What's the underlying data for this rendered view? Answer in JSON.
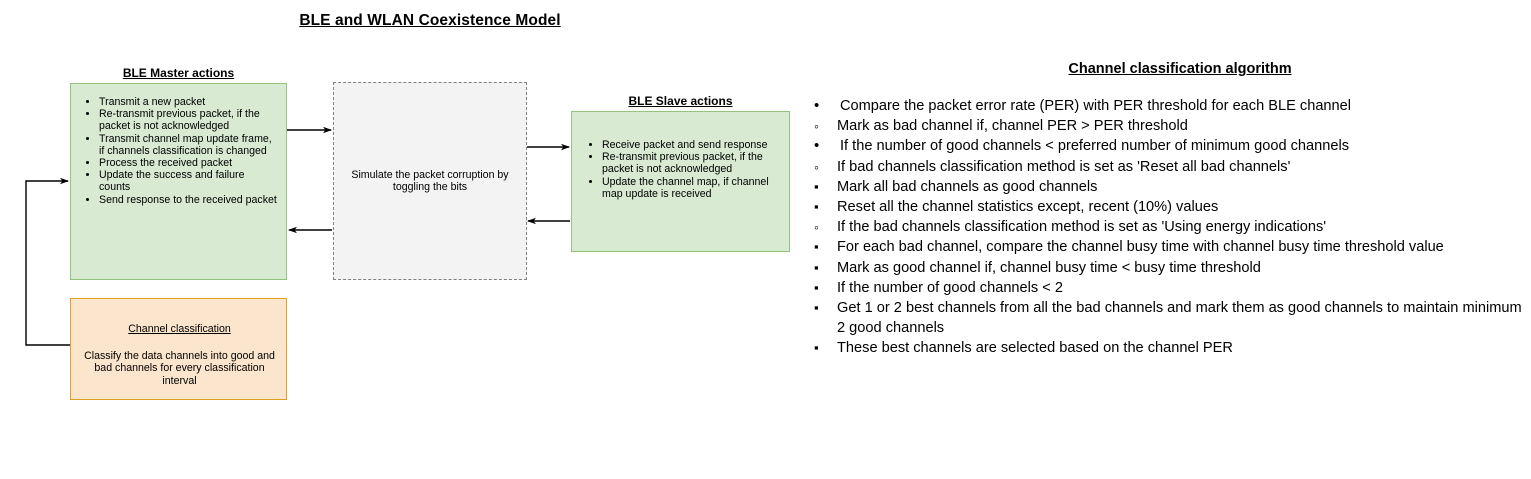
{
  "title": "BLE and WLAN Coexistence Model",
  "diagram": {
    "master_box": {
      "caption": "BLE Master actions",
      "items": [
        "Transmit a new packet",
        "Re-transmit previous packet, if the packet is not acknowledged",
        "Transmit channel map update frame, if channels classification is changed",
        "Process the received packet",
        "Update the success and failure counts",
        "Send response to the received packet"
      ],
      "fill_color": "#d9ead3",
      "border_color": "#93c47d"
    },
    "simulation_box": {
      "text": "Simulate the packet corruption by toggling the bits",
      "fill_color": "#f3f3f3",
      "border_color": "#808080"
    },
    "slave_box": {
      "caption": "BLE Slave actions",
      "items": [
        "Receive packet and send response",
        "Re-transmit previous packet,  if the packet is not acknowledged",
        "Update the channel map, if channel map update is received"
      ],
      "fill_color": "#d9ead3",
      "border_color": "#93c47d"
    },
    "classification_box": {
      "title": "Channel classification",
      "body": "Classify the data channels into good and bad channels for every classification interval",
      "fill_color": "#fce5cd",
      "border_color": "#e0a020"
    }
  },
  "algorithm": {
    "title": "Channel classification algorithm",
    "items": [
      {
        "level": 1,
        "text": "Compare the packet error rate (PER) with PER threshold for each BLE channel"
      },
      {
        "level": 2,
        "text": "Mark as bad channel if, channel PER > PER threshold"
      },
      {
        "level": 1,
        "text": "If the number of good channels < preferred number of minimum good channels"
      },
      {
        "level": 2,
        "text": "If  bad channels classification method is set as 'Reset all bad channels'"
      },
      {
        "level": 3,
        "text": "Mark all bad channels as good channels"
      },
      {
        "level": 3,
        "text": "Reset all the channel statistics except, recent (10%) values"
      },
      {
        "level": 2,
        "text": "If  the bad channels classification method is set as 'Using energy indications'"
      },
      {
        "level": 3,
        "text": "For each bad channel, compare the channel busy time with channel busy time threshold value"
      },
      {
        "level": 4,
        "text": "Mark as good channel if, channel busy time < busy time threshold"
      },
      {
        "level": 3,
        "text": "If the number of good channels < 2"
      },
      {
        "level": 4,
        "text": "Get 1 or 2  best channels from all the bad channels and mark them as good channels to maintain minimum 2 good channels"
      },
      {
        "level": 4,
        "text": "These best channels are selected based on the channel PER"
      }
    ]
  }
}
